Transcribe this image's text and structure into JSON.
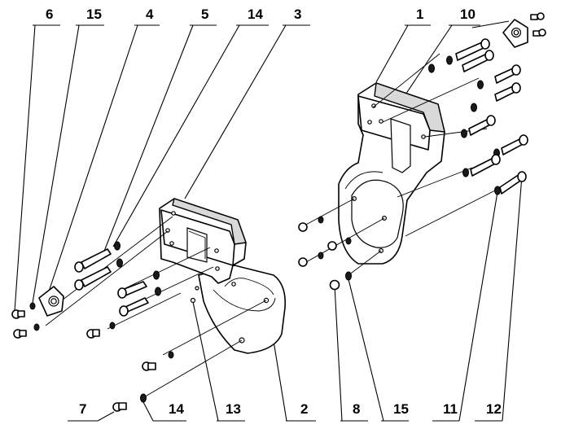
{
  "diagram": {
    "callouts_top": [
      "6",
      "15",
      "4",
      "5",
      "14",
      "3",
      "1",
      "10"
    ],
    "callouts_bottom": [
      "7",
      "14",
      "13",
      "2",
      "8",
      "15",
      "11",
      "12"
    ]
  }
}
